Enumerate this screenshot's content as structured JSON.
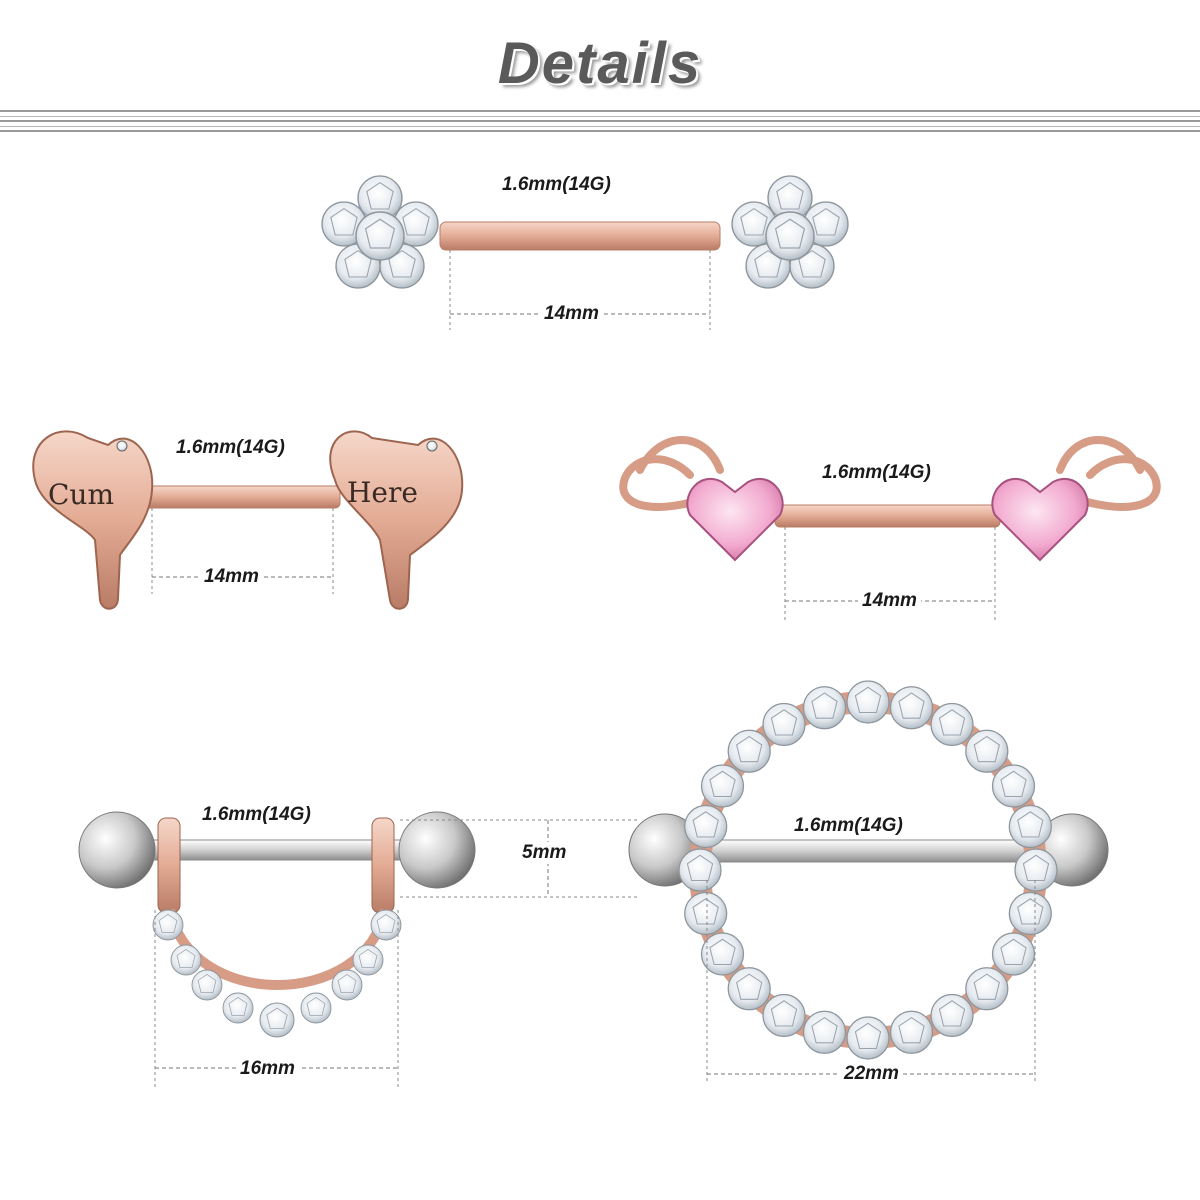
{
  "header": {
    "title": "Details"
  },
  "items": [
    {
      "name": "flower-barbell",
      "gauge": "1.6mm(14G)",
      "length": "14mm"
    },
    {
      "name": "cum-here-barbell",
      "gauge": "1.6mm(14G)",
      "length": "14mm",
      "engraving_left": "Cum",
      "engraving_right": "Here"
    },
    {
      "name": "pink-heart-barbell",
      "gauge": "1.6mm(14G)",
      "length": "14mm"
    },
    {
      "name": "crescent-shield-barbell",
      "gauge": "1.6mm(14G)",
      "length": "16mm",
      "drop": "5mm"
    },
    {
      "name": "circle-shield-barbell",
      "gauge": "1.6mm(14G)",
      "length": "22mm"
    }
  ],
  "colors": {
    "rose_gold": "#e7b7a2",
    "rose_gold_dark": "#b97c66",
    "steel": "#d9d9d9",
    "pink_gem": "#f2a9cf",
    "crystal": "#eef2f6",
    "dimension_line": "#777777"
  }
}
